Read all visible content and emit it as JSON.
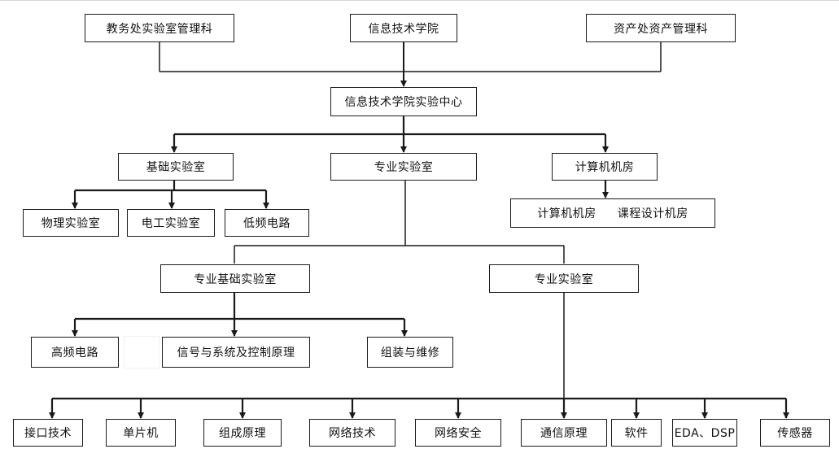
{
  "diagram": {
    "nodes": {
      "dean_office": "教务处实验室管理科",
      "info_college": "信息技术学院",
      "asset_office": "资产处资产管理科",
      "lab_center": "信息技术学院实验中心",
      "basic_lab": "基础实验室",
      "major_lab_top": "专业实验室",
      "computer_room": "计算机机房",
      "physics_lab": "物理实验室",
      "electrical_lab": "电工实验室",
      "low_freq_circuit": "低频电路",
      "computer_room_sub_a": "计算机机房",
      "computer_room_sub_b": "课程设计机房",
      "major_basic_lab": "专业基础实验室",
      "major_lab_mid": "专业实验室",
      "high_freq_circuit": "高频电路",
      "signal_control": "信号与系统及控制原理",
      "assembly_repair": "组装与维修",
      "interface_tech": "接口技术",
      "single_chip": "单片机",
      "composition_principle": "组成原理",
      "network_tech": "网络技术",
      "network_security": "网络安全",
      "communication_principle": "通信原理",
      "software": "软件",
      "eda_dsp": "EDA、DSP",
      "sensor": "传感器"
    },
    "colors": {
      "line": "#1a1a1a",
      "box_border": "#1a1a1a",
      "background": "#ffffff"
    }
  }
}
